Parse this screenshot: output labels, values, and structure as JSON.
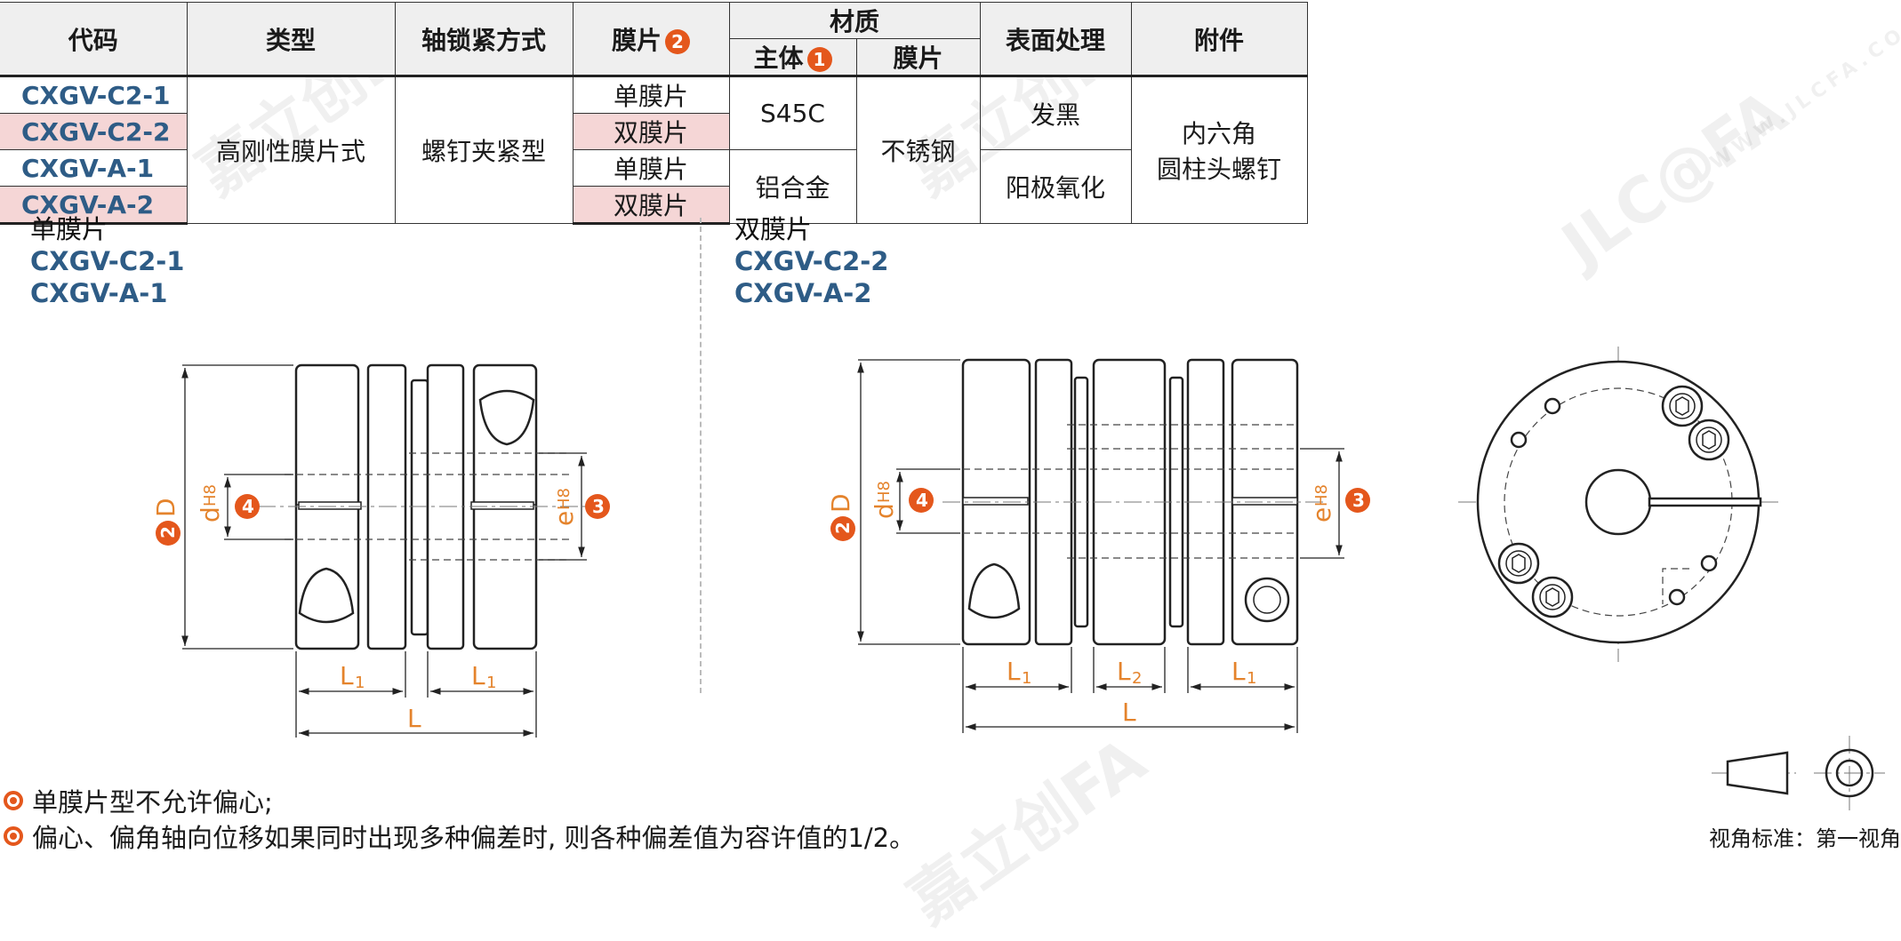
{
  "table": {
    "headers": {
      "code": "代码",
      "type": "类型",
      "lock": "轴锁紧方式",
      "diaphragm": "膜片",
      "material": "材质",
      "body": "主体",
      "mat_diaphragm": "膜片",
      "surface": "表面处理",
      "accessory": "附件",
      "badge_1": "1",
      "badge_2": "2"
    },
    "codes": [
      "CXGV-C2-1",
      "CXGV-C2-2",
      "CXGV-A-1",
      "CXGV-A-2"
    ],
    "type_value": "高刚性膜片式",
    "lock_value": "螺钉夹紧型",
    "diaphragm_values": [
      "单膜片",
      "双膜片",
      "单膜片",
      "双膜片"
    ],
    "body_values": [
      "S45C",
      "铝合金"
    ],
    "mat_diaphragm_value": "不锈钢",
    "surface_values": [
      "发黑",
      "阳极氧化"
    ],
    "accessory_lines": [
      "内六角",
      "圆柱头螺钉"
    ]
  },
  "left_group": {
    "title": "单膜片",
    "codes": [
      "CXGV-C2-1",
      "CXGV-A-1"
    ]
  },
  "right_group": {
    "title": "双膜片",
    "codes": [
      "CXGV-C2-2",
      "CXGV-A-2"
    ]
  },
  "dims": {
    "D": "D",
    "d": "d",
    "H8": "H8",
    "e": "e",
    "L": "L",
    "L1": "L",
    "L2": "L",
    "sub1": "1",
    "sub2": "2",
    "b2": "2",
    "b3": "3",
    "b4": "4"
  },
  "notes": [
    "单膜片型不允许偏心;",
    "偏心、偏角轴向位移如果同时出现多种偏差时, 则各种偏差值为容许值的1/2。"
  ],
  "view_standard": "视角标准：第一视角",
  "watermark": {
    "brand": "嘉立创FA",
    "logo": "JLC@FA",
    "site": "WWW.JLCFA.COM"
  },
  "colors": {
    "accent": "#e4571c",
    "code_blue": "#2e5c86",
    "row_pink": "#f5d6d6",
    "dim_orange": "#e4832c"
  }
}
